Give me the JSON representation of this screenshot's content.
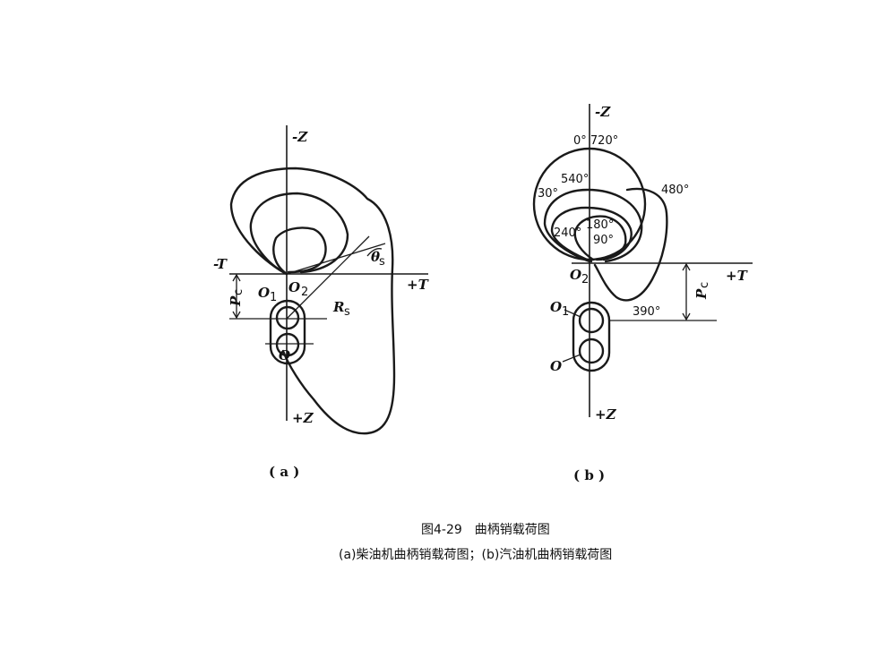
{
  "figure_a": {
    "axis_top": "-Z",
    "axis_bottom": "+Z",
    "axis_left": "-T",
    "axis_right": "+T",
    "label_o1": "O",
    "label_o1_sub": "1",
    "label_o2": "O",
    "label_o2_sub": "2",
    "label_pc": "P",
    "label_pc_sub": "c",
    "label_rs": "R",
    "label_rs_sub": "s",
    "label_theta": "θ",
    "label_theta_sub": "s",
    "label_o": "O",
    "sublabel": "( a )"
  },
  "figure_b": {
    "axis_top": "-Z",
    "axis_bottom": "+Z",
    "axis_right": "+T",
    "label_0_720": "0° 720°",
    "label_540": "540°",
    "label_30": "30°",
    "label_480": "480°",
    "label_240": "240°",
    "label_180": "180°",
    "label_90": "90°",
    "label_390": "390°",
    "label_o2": "O",
    "label_o2_sub": "2",
    "label_o1": "O",
    "label_o1_sub": "1",
    "label_o": "O",
    "label_pc": "P",
    "label_pc_sub": "c",
    "sublabel": "( b )"
  },
  "caption": {
    "title": "图4-29　曲柄销载荷图",
    "line2": "(a)柴油机曲柄销载荷图；(b)汽油机曲柄销载荷图"
  }
}
